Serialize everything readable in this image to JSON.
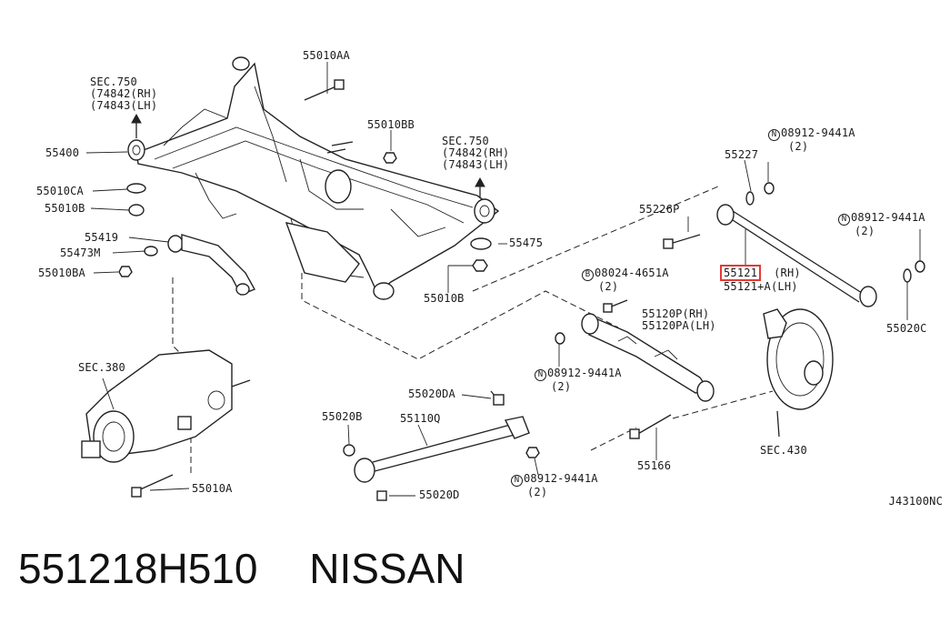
{
  "labels": {
    "sec750_left": "SEC.750",
    "sec750_left_rh": "(74842(RH)",
    "sec750_left_lh": "(74843(LH)",
    "p55010AA": "55010AA",
    "p55010BB": "55010BB",
    "sec750_right": "SEC.750",
    "sec750_right_rh": "(74842(RH)",
    "sec750_right_lh": "(74843(LH)",
    "p55400": "55400",
    "p55010CA": "55010CA",
    "p55010B_top": "55010B",
    "p55419": "55419",
    "p55473M": "55473M",
    "p55010BA": "55010BA",
    "p55475": "55475",
    "p55010B_mid": "55010B",
    "p55227": "55227",
    "n_code_top": "08912-9441A",
    "n_qty_top": "(2)",
    "p55226P": "55226P",
    "n_code_right": "08912-9441A",
    "n_qty_right": "(2)",
    "b_code": "08024-4651A",
    "b_qty": "(2)",
    "p55121_rh_num": "55121",
    "p55121_rh_side": "(RH)",
    "p55121_lh": "55121+A(LH)",
    "p55120P": "55120P(RH)",
    "p55120PA": "55120PA(LH)",
    "p55020C": "55020C",
    "sec380": "SEC.380",
    "n_code_mid": "08912-9441A",
    "n_qty_mid": "(2)",
    "p55020DA": "55020DA",
    "p55020B": "55020B",
    "p55110Q": "55110Q",
    "p55166": "55166",
    "sec430": "SEC.430",
    "n_code_bottom": "08912-9441A",
    "n_qty_bottom": "(2)",
    "p55020D": "55020D",
    "p55010A": "55010A",
    "circle_n": "N",
    "circle_b": "B"
  },
  "diagram_code": "J43100NC",
  "footer": {
    "part_number": "551218H510",
    "brand": "NISSAN"
  },
  "colors": {
    "highlight": "#e53935",
    "ink": "#222222"
  }
}
